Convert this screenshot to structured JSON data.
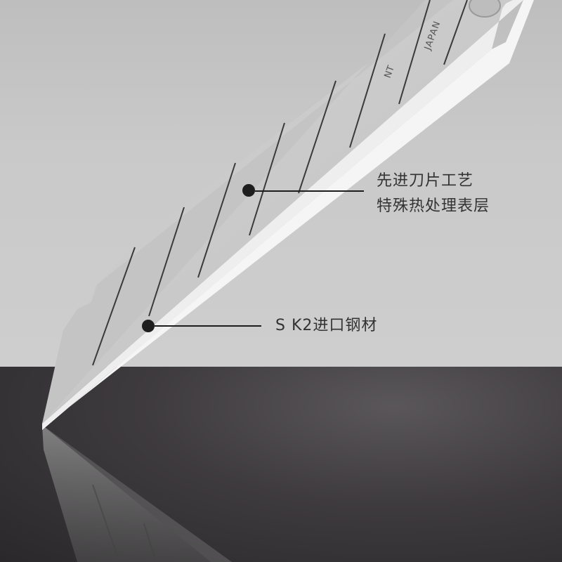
{
  "scene": {
    "description": "Product photo of an NT Cutter snap-off blade standing on a dark surface with reflection",
    "blade_markings": {
      "brand": "NT",
      "origin": "JAPAN"
    }
  },
  "callouts": [
    {
      "lines": [
        "先进刀片工艺",
        "特殊热处理表层"
      ]
    },
    {
      "lines": [
        "S K2进口钢材"
      ]
    }
  ],
  "colors": {
    "background_top": "#cccccc",
    "floor": "#3e3b3e",
    "blade": "#c8c8c8",
    "edge": "#f2f2f2",
    "callout_dot": "#1e1e1e",
    "callout_text": "#333333"
  }
}
